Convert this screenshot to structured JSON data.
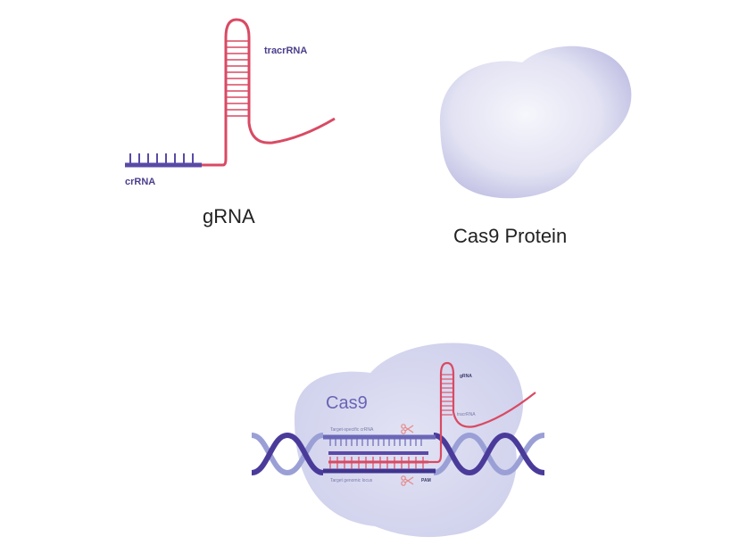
{
  "labels": {
    "tracrrna": "tracrRNA",
    "crrna": "crRNA",
    "grna_caption": "gRNA",
    "cas9_protein_caption": "Cas9 Protein",
    "cas9": "Cas9",
    "grna_small": "gRNA",
    "tracrrna_small": "tracrRNA",
    "target_crrna": "Target-specific crRNA",
    "target_locus": "Target genomic locus",
    "pam": "PAM"
  },
  "colors": {
    "rna": "#d94a63",
    "crrna": "#5a4aa6",
    "protein": "#dcdcf0",
    "dna_dark": "#4a3b9a",
    "dna_light": "#9aa0d6",
    "scissors": "#e58a8a"
  },
  "icons": [
    "scissors-icon",
    "scissors-icon"
  ]
}
